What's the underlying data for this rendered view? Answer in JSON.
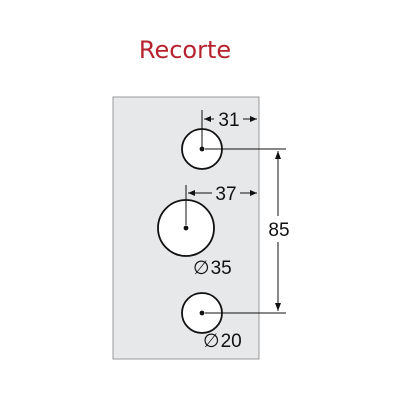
{
  "title": "Recorte",
  "dimensions": {
    "top_hole_offset": "31",
    "large_hole_offset": "37",
    "vertical_spacing": "85",
    "large_hole_diameter": "35",
    "small_hole_diameter": "20"
  },
  "diameter_symbol": "∅",
  "colors": {
    "title": "#b5232e",
    "panel_fill": "#e7e8ea",
    "outline": "#111111"
  }
}
